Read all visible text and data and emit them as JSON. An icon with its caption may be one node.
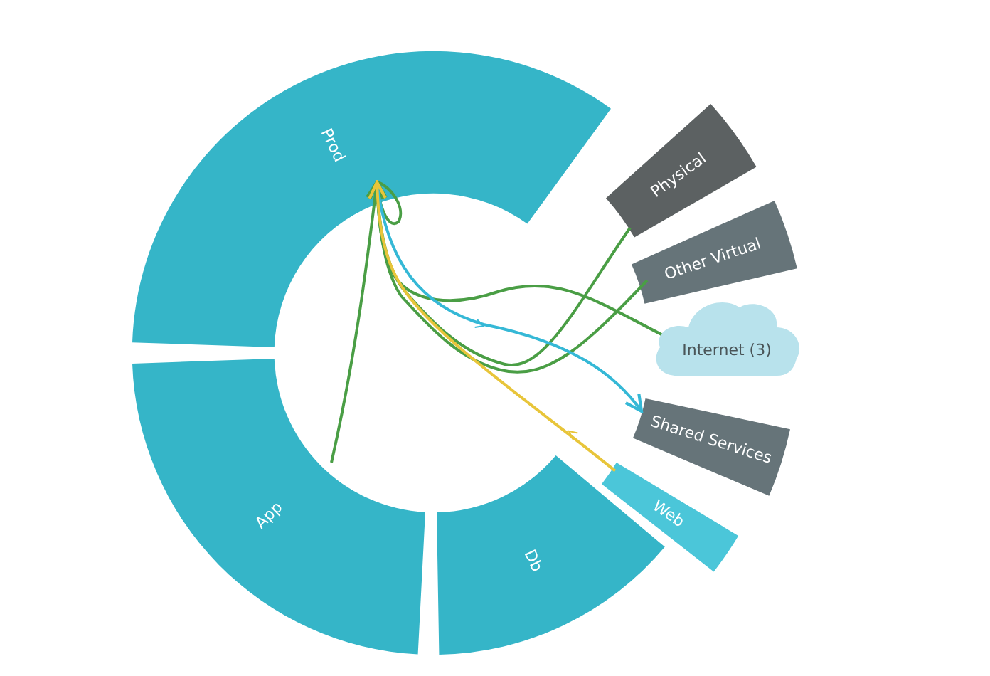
{
  "diagram": {
    "nodes": [
      {
        "text": [
          "Prod"
        ]
      },
      {
        "text": [
          "App"
        ]
      },
      {
        "text": [
          "Db"
        ]
      },
      {
        "text": [
          "Web"
        ]
      },
      {
        "text": [
          "Shared Services"
        ]
      },
      {
        "text": [
          "Internet (3)"
        ]
      },
      {
        "text": [
          "Other Virtual"
        ]
      },
      {
        "text": [
          "Physical"
        ]
      }
    ],
    "edges": [
      {
        "from": 1,
        "to": 0,
        "arrow": "to"
      },
      {
        "from": 0,
        "to": 0,
        "arrow": "to"
      },
      {
        "from": 7,
        "to": 0,
        "arrow": "to"
      },
      {
        "from": 6,
        "to": 0,
        "arrow": "to"
      },
      {
        "from": 5,
        "to": 0,
        "arrow": "to"
      },
      {
        "from": 0,
        "to": 4,
        "arrow": "to",
        "color": "#35b8d6"
      },
      {
        "from": 3,
        "to": 0,
        "arrow": "to",
        "color": "#e8c53a"
      }
    ]
  }
}
